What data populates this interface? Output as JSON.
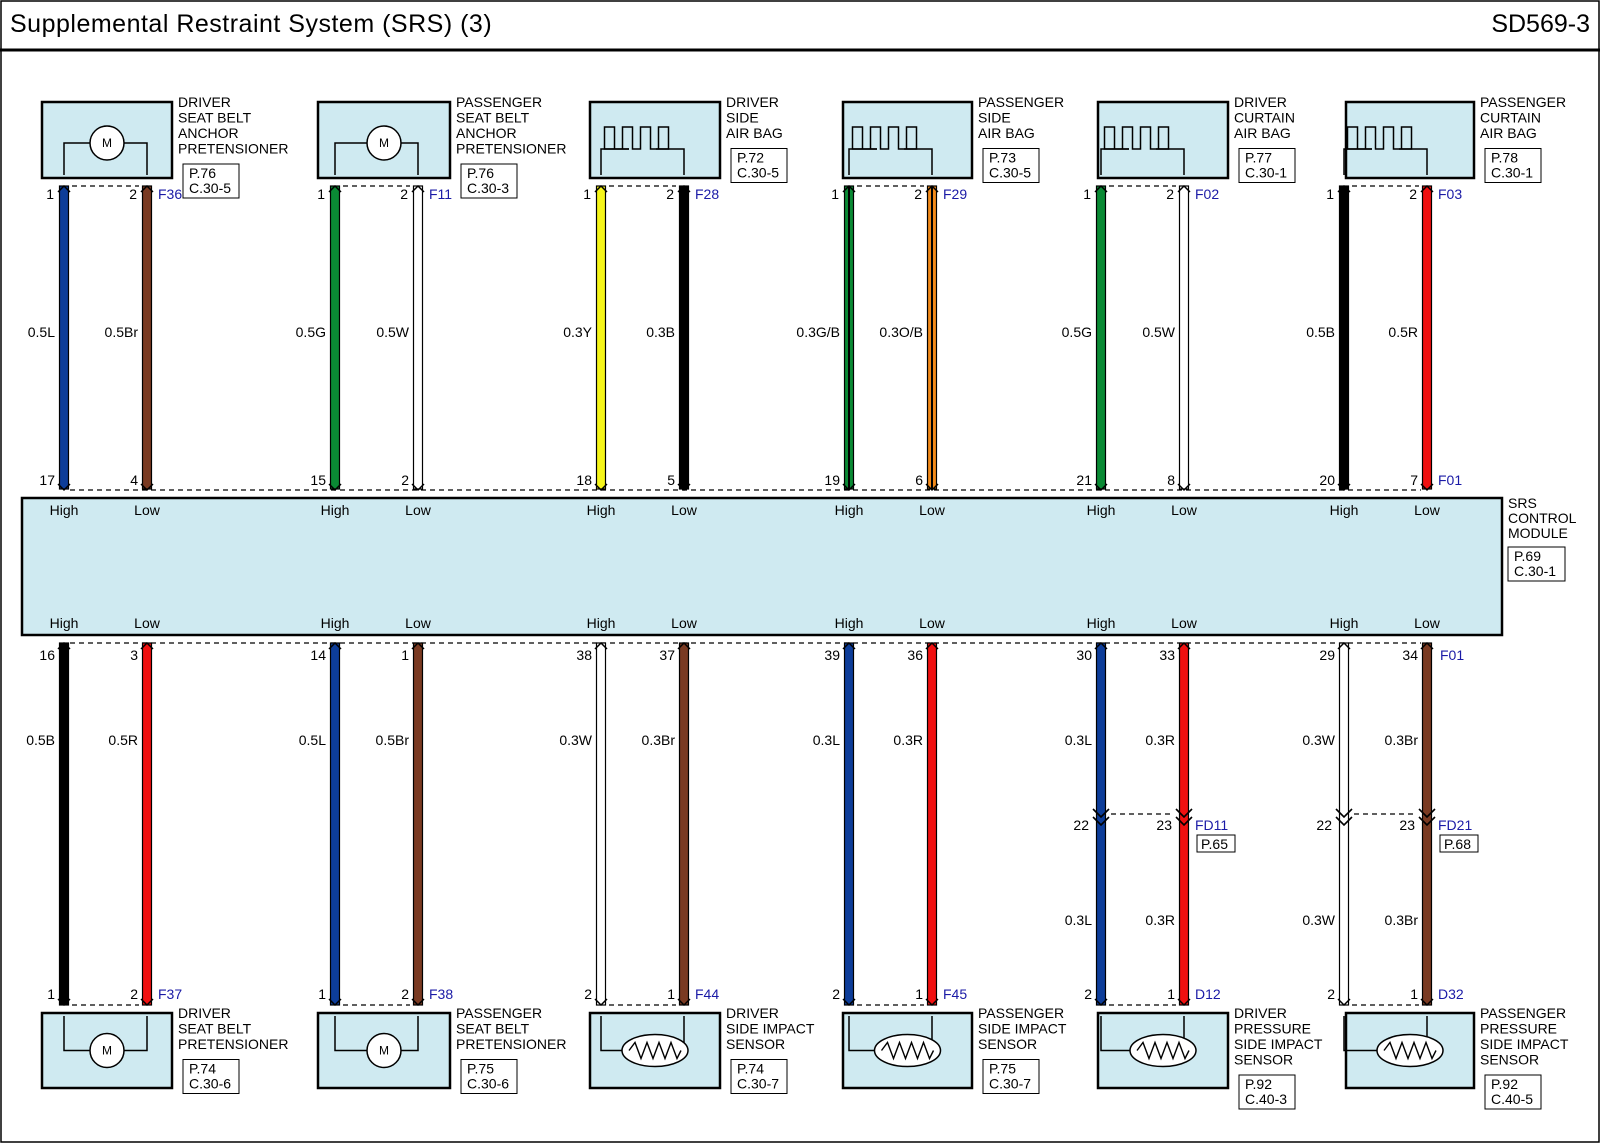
{
  "title": "Supplemental Restraint System (SRS) (3)",
  "code": "SD569-3",
  "colors": {
    "component_fill": "#cfeaf1",
    "connector_label": "#1a1aa6",
    "L": "#0d3d99",
    "Br": "#7a3a22",
    "G": "#0a8a34",
    "W": "#ffffff",
    "Y": "#f5f51a",
    "B": "#000000",
    "O": "#f28a1a",
    "R": "#f01010"
  },
  "module": {
    "label": [
      "SRS",
      "CONTROL",
      "MODULE"
    ],
    "ref": [
      "P.69",
      "C.30-1"
    ],
    "top_connector": "F01",
    "bottom_connector": "F01"
  },
  "top_components": [
    {
      "name": [
        "DRIVER",
        "SEAT BELT",
        "ANCHOR",
        "PRETENSIONER"
      ],
      "icon": "motor-icon",
      "ref": [
        "P.76",
        "C.30-5"
      ],
      "connector": "F36",
      "wires": [
        {
          "pin_comp": "1",
          "pin_module": "17",
          "size": "0.5L",
          "color": "L",
          "signal": "High"
        },
        {
          "pin_comp": "2",
          "pin_module": "4",
          "size": "0.5Br",
          "color": "Br",
          "signal": "Low"
        }
      ]
    },
    {
      "name": [
        "PASSENGER",
        "SEAT BELT",
        "ANCHOR",
        "PRETENSIONER"
      ],
      "icon": "motor-icon",
      "ref": [
        "P.76",
        "C.30-3"
      ],
      "connector": "F11",
      "wires": [
        {
          "pin_comp": "1",
          "pin_module": "15",
          "size": "0.5G",
          "color": "G",
          "signal": "High"
        },
        {
          "pin_comp": "2",
          "pin_module": "2",
          "size": "0.5W",
          "color": "W",
          "signal": "Low"
        }
      ]
    },
    {
      "name": [
        "DRIVER",
        "SIDE",
        "AIR BAG"
      ],
      "icon": "squib-icon",
      "ref": [
        "P.72",
        "C.30-5"
      ],
      "connector": "F28",
      "wires": [
        {
          "pin_comp": "1",
          "pin_module": "18",
          "size": "0.3Y",
          "color": "Y",
          "signal": "High"
        },
        {
          "pin_comp": "2",
          "pin_module": "5",
          "size": "0.3B",
          "color": "B",
          "signal": "Low"
        }
      ]
    },
    {
      "name": [
        "PASSENGER",
        "SIDE",
        "AIR BAG"
      ],
      "icon": "squib-icon",
      "ref": [
        "P.73",
        "C.30-5"
      ],
      "connector": "F29",
      "wires": [
        {
          "pin_comp": "1",
          "pin_module": "19",
          "size": "0.3G/B",
          "color": "G",
          "stripe": "B",
          "signal": "High"
        },
        {
          "pin_comp": "2",
          "pin_module": "6",
          "size": "0.3O/B",
          "color": "O",
          "stripe": "B",
          "signal": "Low"
        }
      ]
    },
    {
      "name": [
        "DRIVER",
        "CURTAIN",
        "AIR BAG"
      ],
      "icon": "squib-icon",
      "ref": [
        "P.77",
        "C.30-1"
      ],
      "connector": "F02",
      "wires": [
        {
          "pin_comp": "1",
          "pin_module": "21",
          "size": "0.5G",
          "color": "G",
          "signal": "High"
        },
        {
          "pin_comp": "2",
          "pin_module": "8",
          "size": "0.5W",
          "color": "W",
          "signal": "Low"
        }
      ]
    },
    {
      "name": [
        "PASSENGER",
        "CURTAIN",
        "AIR BAG"
      ],
      "icon": "squib-icon",
      "ref": [
        "P.78",
        "C.30-1"
      ],
      "connector": "F03",
      "wires": [
        {
          "pin_comp": "1",
          "pin_module": "20",
          "size": "0.5B",
          "color": "B",
          "signal": "High"
        },
        {
          "pin_comp": "2",
          "pin_module": "7",
          "size": "0.5R",
          "color": "R",
          "signal": "Low"
        }
      ]
    }
  ],
  "bottom_components": [
    {
      "name": [
        "DRIVER",
        "SEAT BELT",
        "PRETENSIONER"
      ],
      "icon": "motor-icon",
      "ref": [
        "P.74",
        "C.30-6"
      ],
      "connector": "F37",
      "wires": [
        {
          "pin_comp": "1",
          "pin_module": "16",
          "size": "0.5B",
          "color": "B",
          "signal": "High"
        },
        {
          "pin_comp": "2",
          "pin_module": "3",
          "size": "0.5R",
          "color": "R",
          "signal": "Low"
        }
      ]
    },
    {
      "name": [
        "PASSENGER",
        "SEAT BELT",
        "PRETENSIONER"
      ],
      "icon": "motor-icon",
      "ref": [
        "P.75",
        "C.30-6"
      ],
      "connector": "F38",
      "wires": [
        {
          "pin_comp": "1",
          "pin_module": "14",
          "size": "0.5L",
          "color": "L",
          "signal": "High"
        },
        {
          "pin_comp": "2",
          "pin_module": "1",
          "size": "0.5Br",
          "color": "Br",
          "signal": "Low"
        }
      ]
    },
    {
      "name": [
        "DRIVER",
        "SIDE IMPACT",
        "SENSOR"
      ],
      "icon": "resistor-icon",
      "ref": [
        "P.74",
        "C.30-7"
      ],
      "connector": "F44",
      "wires": [
        {
          "pin_comp": "2",
          "pin_module": "38",
          "size": "0.3W",
          "color": "W",
          "signal": "High"
        },
        {
          "pin_comp": "1",
          "pin_module": "37",
          "size": "0.3Br",
          "color": "Br",
          "signal": "Low"
        }
      ]
    },
    {
      "name": [
        "PASSENGER",
        "SIDE IMPACT",
        "SENSOR"
      ],
      "icon": "resistor-icon",
      "ref": [
        "P.75",
        "C.30-7"
      ],
      "connector": "F45",
      "wires": [
        {
          "pin_comp": "2",
          "pin_module": "39",
          "size": "0.3L",
          "color": "L",
          "signal": "High"
        },
        {
          "pin_comp": "1",
          "pin_module": "36",
          "size": "0.3R",
          "color": "R",
          "signal": "Low"
        }
      ]
    },
    {
      "name": [
        "DRIVER",
        "PRESSURE",
        "SIDE IMPACT",
        "SENSOR"
      ],
      "icon": "resistor-icon",
      "ref": [
        "P.92",
        "C.40-3"
      ],
      "connector": "D12",
      "inline": {
        "connector": "FD11",
        "ref": "P.65",
        "pins": [
          "22",
          "23"
        ]
      },
      "wires": [
        {
          "pin_comp": "2",
          "pin_module": "30",
          "size": "0.3L",
          "size_lower": "0.3L",
          "color": "L",
          "signal": "High"
        },
        {
          "pin_comp": "1",
          "pin_module": "33",
          "size": "0.3R",
          "size_lower": "0.3R",
          "color": "R",
          "signal": "Low"
        }
      ]
    },
    {
      "name": [
        "PASSENGER",
        "PRESSURE",
        "SIDE IMPACT",
        "SENSOR"
      ],
      "icon": "resistor-icon",
      "ref": [
        "P.92",
        "C.40-5"
      ],
      "connector": "D32",
      "inline": {
        "connector": "FD21",
        "ref": "P.68",
        "pins": [
          "22",
          "23"
        ]
      },
      "wires": [
        {
          "pin_comp": "2",
          "pin_module": "29",
          "size": "0.3W",
          "size_lower": "0.3W",
          "color": "W",
          "signal": "High"
        },
        {
          "pin_comp": "1",
          "pin_module": "34",
          "size": "0.3Br",
          "size_lower": "0.3Br",
          "color": "Br",
          "signal": "Low"
        }
      ]
    }
  ]
}
